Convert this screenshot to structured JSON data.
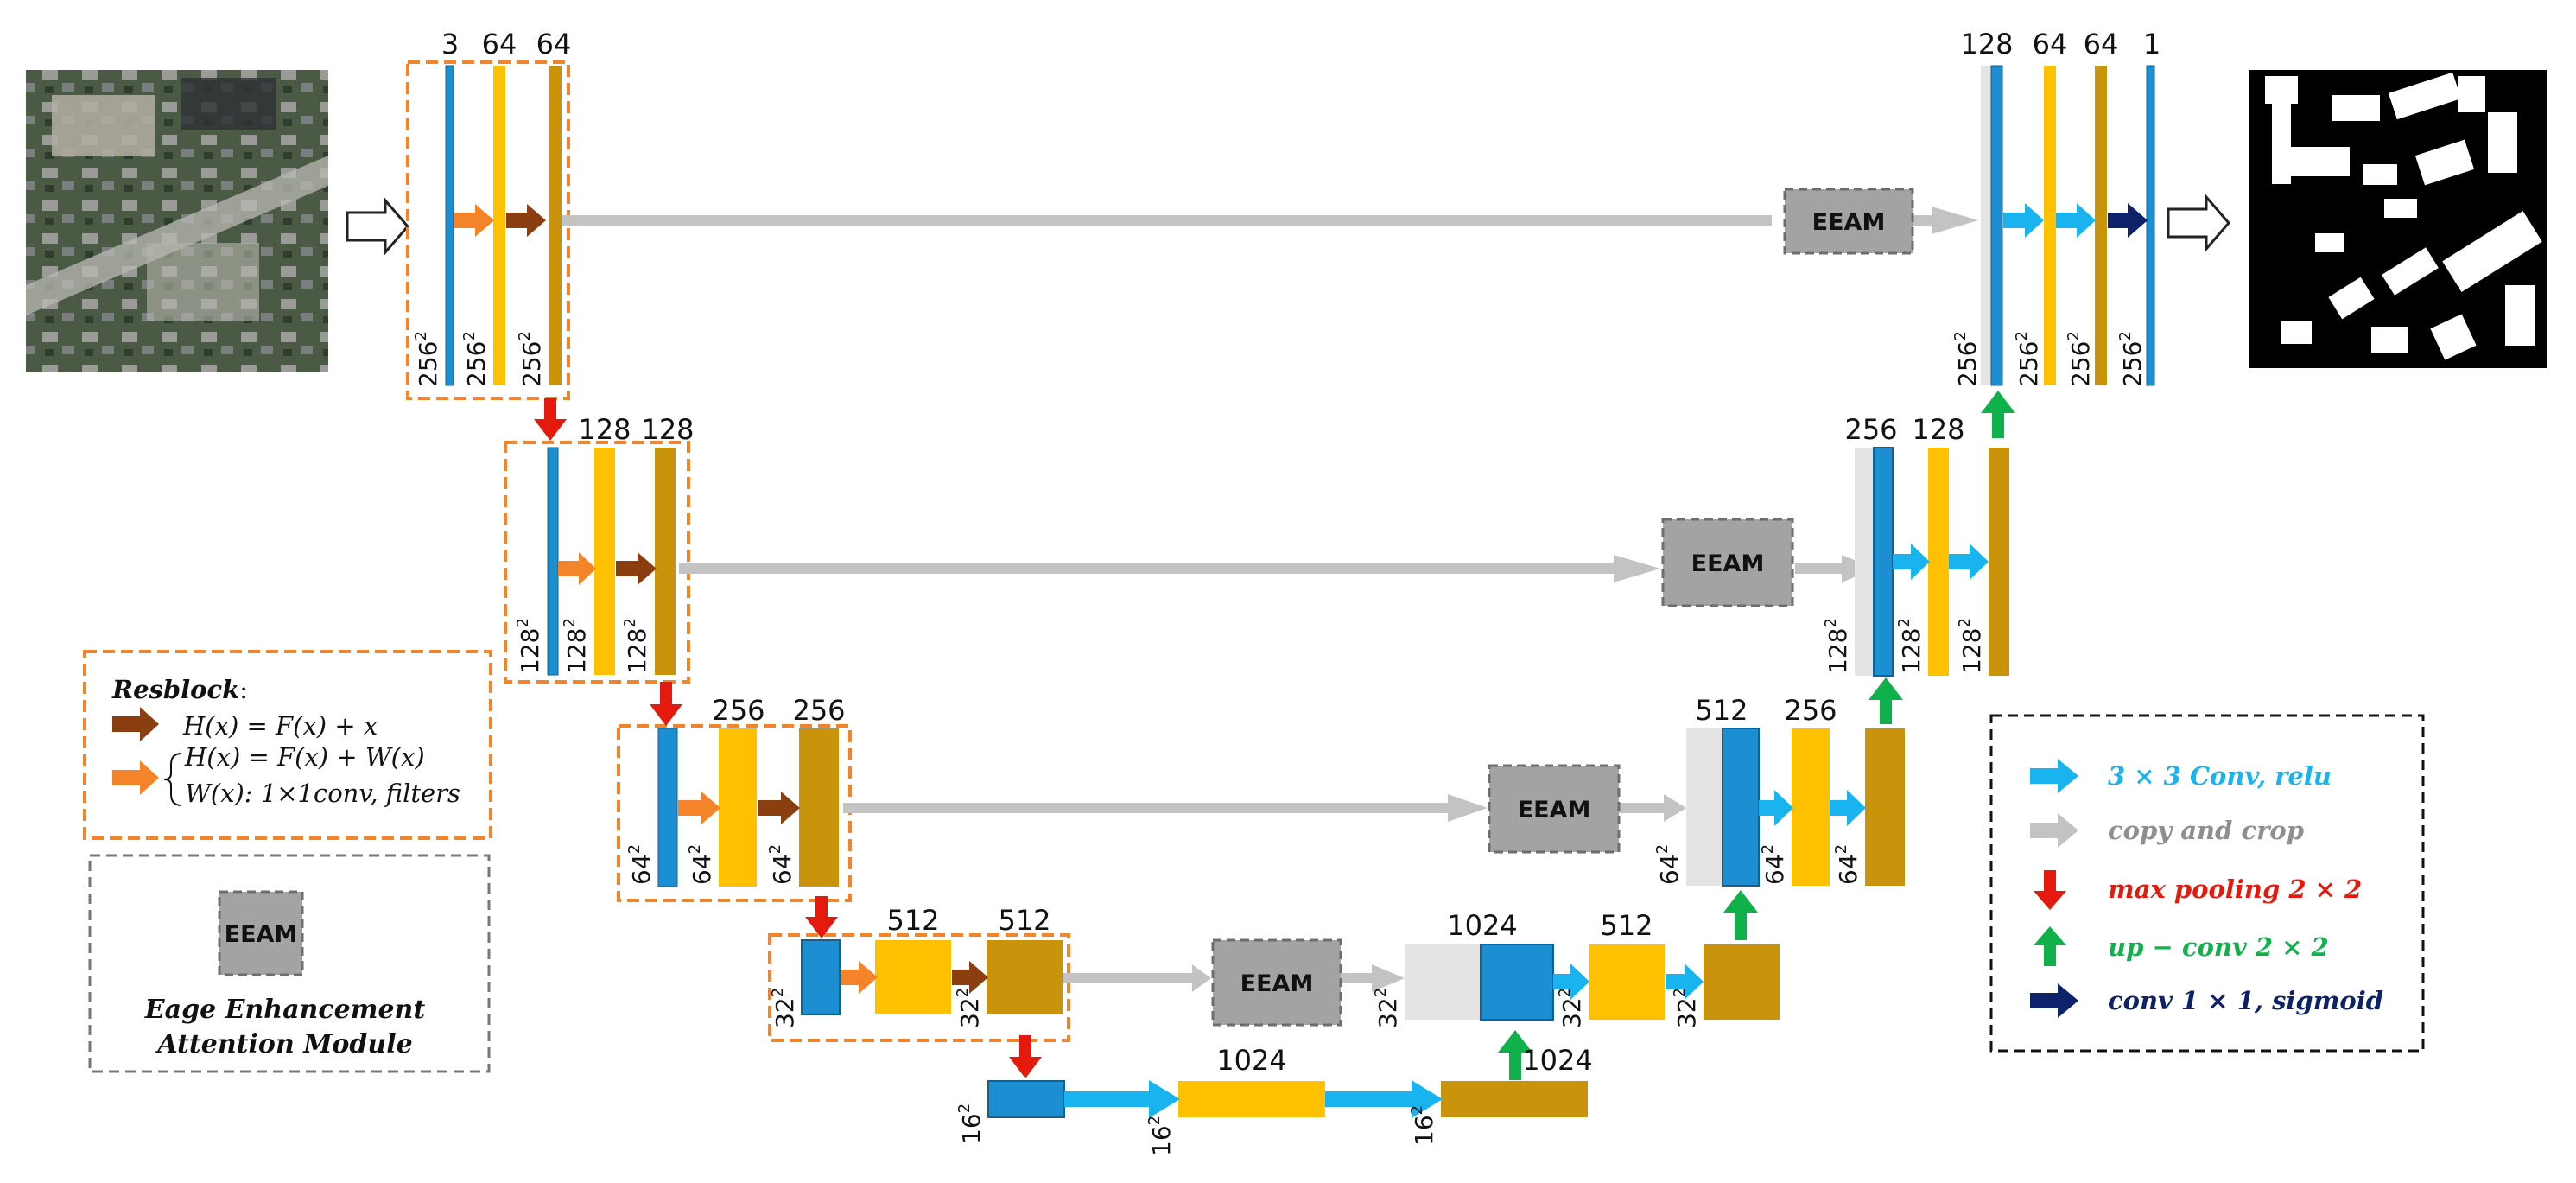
{
  "colors": {
    "conv_blue": "#1b8fd2",
    "conv_yellow": "#ffc000",
    "conv_gold": "#c9930c",
    "copy_bg": "#e4e4e4",
    "eeam_fill": "#a3a3a3",
    "arrow_relu": "#19b4ef",
    "arrow_copy": "#c3c3c3",
    "arrow_pool": "#e41a0f",
    "arrow_up": "#10b14a",
    "arrow_sigmoid": "#0d2268",
    "arrow_res_identity": "#8b3f10",
    "arrow_res_proj": "#f5832a",
    "resblock_border": "#f5832a"
  },
  "channels": {
    "enc1": [
      "3",
      "64",
      "64"
    ],
    "enc2": [
      "128",
      "128"
    ],
    "enc3": [
      "256",
      "256"
    ],
    "enc4": [
      "512",
      "512"
    ],
    "bottleneck": [
      "1024",
      "1024"
    ],
    "dec4": [
      "1024",
      "512"
    ],
    "dec3": [
      "512",
      "256"
    ],
    "dec2": [
      "256",
      "128"
    ],
    "dec1": [
      "128",
      "64",
      "64",
      "1"
    ]
  },
  "resolutions": {
    "r256": "256",
    "r128": "128",
    "r64": "64",
    "r32": "32",
    "r16": "16",
    "exp": "2"
  },
  "eeam_label": "EEAM",
  "resblock_legend": {
    "title": "Resblock",
    "title_suffix": ":",
    "identity_formula": "H(x) = F(x) + x",
    "projection_formula": "H(x) = F(x) + W(x)",
    "projection_detail": "W(x): 1×1conv, filters"
  },
  "eeam_legend": {
    "box_label": "EEAM",
    "caption_line1": "Eage Enhancement",
    "caption_line2": "Attention Module"
  },
  "arrow_legend": [
    {
      "icon": "arrow-right",
      "color": "#19b4ef",
      "label": "3 × 3 Conv, relu"
    },
    {
      "icon": "arrow-right",
      "color": "#c3c3c3",
      "label": "copy and crop"
    },
    {
      "icon": "arrow-down",
      "color": "#e41a0f",
      "label": "max pooling  2 × 2"
    },
    {
      "icon": "arrow-up",
      "color": "#10b14a",
      "label": "up − conv 2 × 2"
    },
    {
      "icon": "arrow-right",
      "color": "#0d2268",
      "label": "conv 1 × 1,  sigmoid"
    }
  ]
}
